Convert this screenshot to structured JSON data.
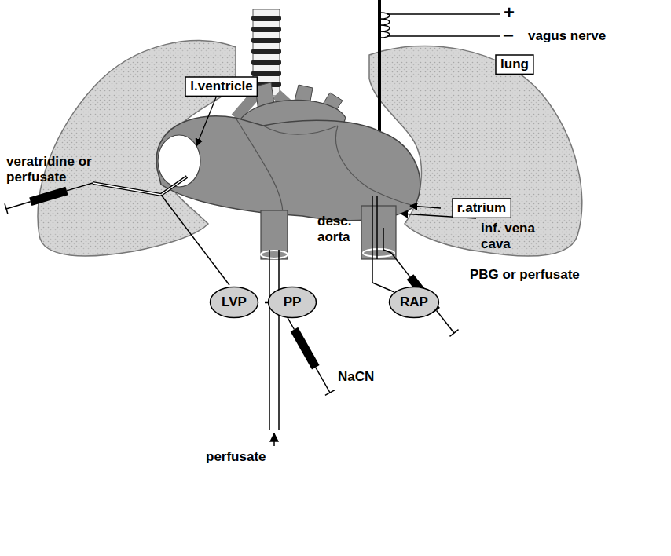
{
  "diagram": {
    "nodes": [
      {
        "text": [
          "lung"
        ]
      },
      {
        "text": [
          "l.ventricle"
        ]
      },
      {
        "text": [
          "r.atrium"
        ]
      },
      {
        "text": [
          "LVP"
        ]
      },
      {
        "text": [
          "PP"
        ]
      },
      {
        "text": [
          "RAP"
        ]
      }
    ],
    "labels": [
      "+",
      "−",
      "vagus nerve",
      "veratridine or perfusate",
      "desc. aorta",
      "inf. vena cava",
      "PBG or perfusate",
      "NaCN",
      "perfusate"
    ]
  }
}
